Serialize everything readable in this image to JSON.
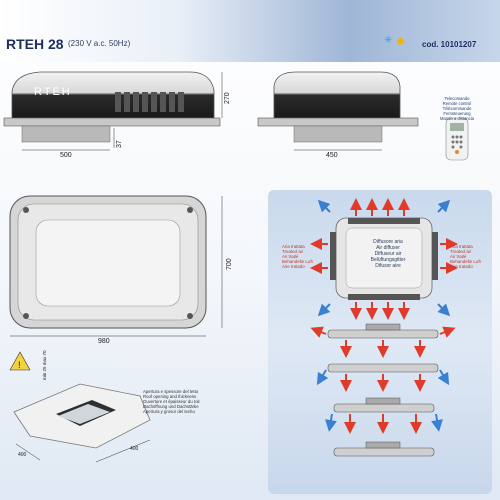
{
  "header": {
    "title": "RTEH 28",
    "subtitle": "(230 V a.c. 50Hz)",
    "code": "cod. 10101207"
  },
  "dimensions": {
    "width_front": "500",
    "height": "270",
    "base": "37",
    "width_side": "450",
    "top_width": "980",
    "top_height": "700"
  },
  "unit_brand": "RTEH",
  "remote_labels": [
    "Telecomando",
    "Remote control",
    "Télécommande",
    "Fernsteuerung",
    "Mando a distancia"
  ],
  "diffuser_labels": [
    "Diffusore aria",
    "Air diffuser",
    "Diffuseur air",
    "Belüftungsgitter",
    "Difusor aire"
  ],
  "intake_labels_left": [
    "Aria trattata",
    "Treated air",
    "Air traité",
    "Behandelte Luft",
    "Aire tratado"
  ],
  "intake_labels_right": [
    "Aria trattata",
    "Treated air",
    "Air traité",
    "Behandelte Luft",
    "Aire tratado"
  ],
  "opening_labels": [
    "Apertura e spessore del tetto",
    "Roof opening and thickness",
    "Ouverture et épaisseur du toit",
    "Dachöffnung und Dachstärke",
    "Apertura y grosor del techo"
  ],
  "opening_dims": {
    "thickness": "min 25 max 70",
    "side_a": "400",
    "side_b": "400"
  },
  "colors": {
    "title": "#1e2f5e",
    "arrow_hot": "#e03a2a",
    "arrow_cold": "#3a7fd0",
    "unit_body": "#2a2a2a"
  }
}
